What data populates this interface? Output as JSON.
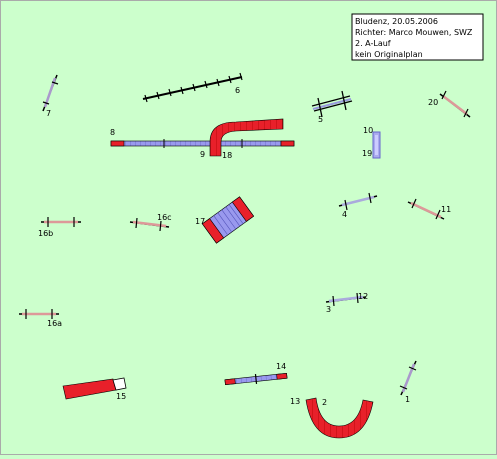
{
  "info_box": {
    "lines": [
      "Bludenz, 20.05.2006",
      "Richter: Marco Mouwen, SWZ",
      "2. A-Lauf",
      "kein Originalplan"
    ]
  },
  "obstacle_labels": {
    "n1": "1",
    "n2": "2",
    "n3": "3",
    "n4": "4",
    "n5": "5",
    "n6": "6",
    "n7": "7",
    "n8": "8",
    "n9": "9",
    "n10": "10",
    "n11": "11",
    "n12": "12",
    "n13": "13",
    "n14": "14",
    "n15": "15",
    "n16a": "16a",
    "n16b": "16b",
    "n16c": "16c",
    "n17": "17",
    "n18": "18",
    "n19": "19",
    "n20": "20"
  },
  "colors": {
    "background": "#ccffcc",
    "tunnel_red": "#e8202a",
    "contact_blue": "#9999ee",
    "jump_bar": "#ddaaaa",
    "border": "#000000"
  }
}
